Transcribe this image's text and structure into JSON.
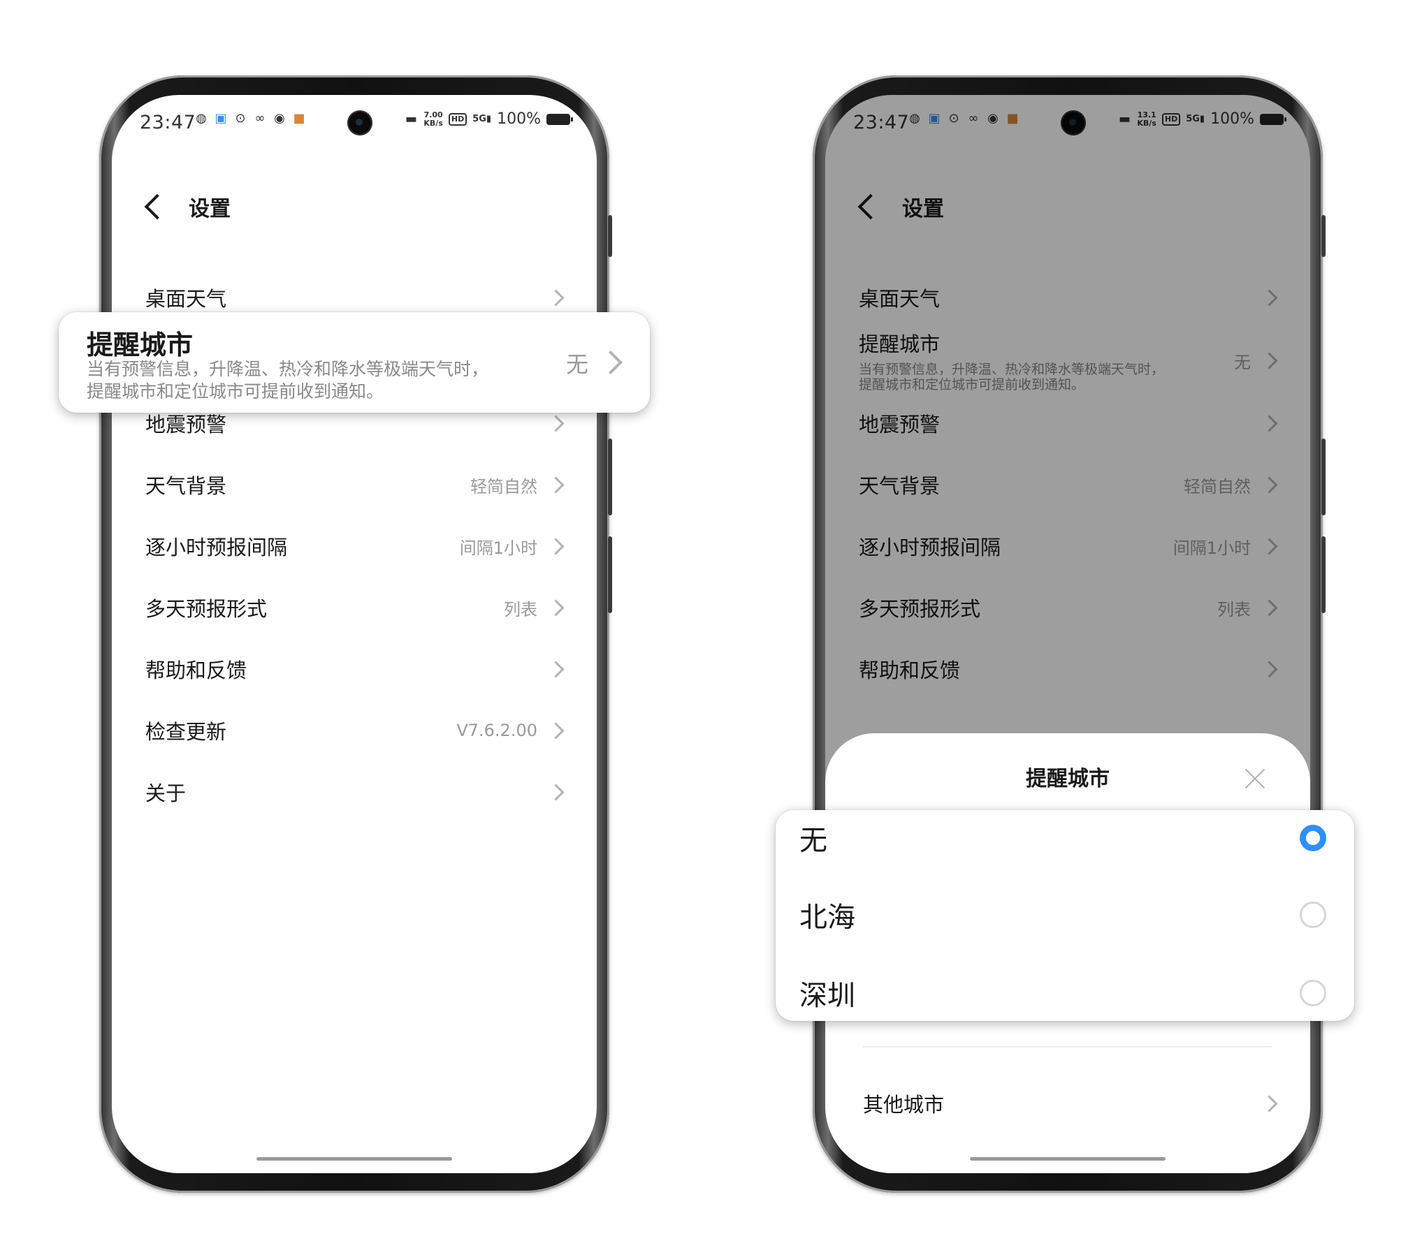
{
  "status_bar": {
    "time": "23:47",
    "battery_percent": "100%",
    "icons": [
      "vpn-icon",
      "image-icon",
      "hotspot-icon",
      "link-icon",
      "weibo-icon",
      "game-icon",
      "bed-icon"
    ]
  },
  "left_screen": {
    "net_speed": "7.00\nKB/s",
    "header": {
      "title": "设置"
    },
    "items": [
      {
        "label": "桌面天气",
        "value": ""
      },
      {
        "label": "提醒城市",
        "value": "无",
        "description_line1": "当有预警信息，升降温、热冷和降水等极端天气时，",
        "description_line2": "提醒城市和定位城市可提前收到通知。"
      },
      {
        "label": "地震预警",
        "value": ""
      },
      {
        "label": "天气背景",
        "value": "轻简自然"
      },
      {
        "label": "逐小时预报间隔",
        "value": "间隔1小时"
      },
      {
        "label": "多天预报形式",
        "value": "列表"
      },
      {
        "label": "帮助和反馈",
        "value": ""
      },
      {
        "label": "检查更新",
        "value": "V7.6.2.00"
      },
      {
        "label": "关于",
        "value": ""
      }
    ]
  },
  "right_screen": {
    "net_speed": "13.1\nKB/s",
    "header": {
      "title": "设置"
    },
    "sheet": {
      "title": "提醒城市",
      "options": [
        {
          "label": "无",
          "selected": true
        },
        {
          "label": "北海",
          "selected": false
        },
        {
          "label": "深圳",
          "selected": false
        }
      ],
      "other_city": "其他城市"
    }
  },
  "colors": {
    "accent": "#2f8fff",
    "dim_overlay": "rgba(0,0,0,0.38)",
    "secondary_text": "#9a9a9a"
  }
}
